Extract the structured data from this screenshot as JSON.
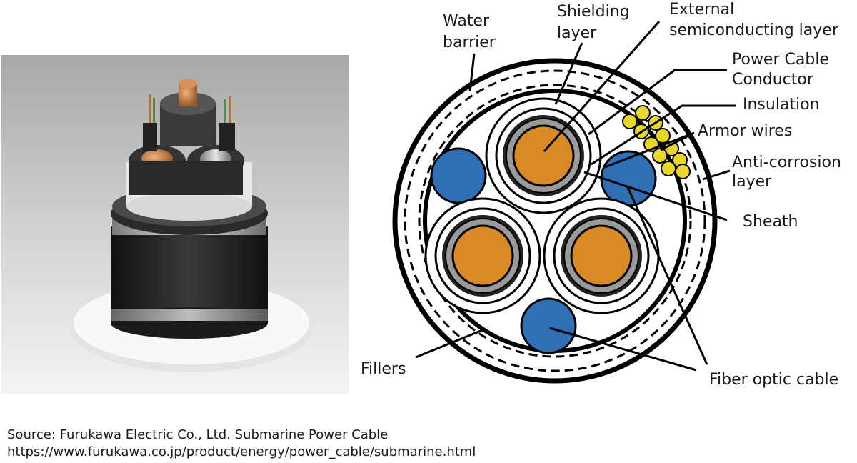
{
  "photo": {
    "description_icon": "submarine-cable-photo"
  },
  "labels": {
    "water_barrier_1": "Water",
    "water_barrier_2": "barrier",
    "shielding_1": "Shielding",
    "shielding_2": "layer",
    "external_semi_1": "External",
    "external_semi_2": "semiconducting layer",
    "conductor_1": "Power Cable",
    "conductor_2": "Conductor",
    "insulation": "Insulation",
    "armor": "Armor wires",
    "anticorrosion_1": "Anti-corrosion",
    "anticorrosion_2": "layer",
    "sheath": "Sheath",
    "fillers": "Fillers",
    "fiber": "Fiber optic cable"
  },
  "source": {
    "line1": "Source: Furukawa Electric Co., Ltd. Submarine Power Cable",
    "line2": "https://www.furukawa.co.jp/product/energy/power_cable/submarine.html"
  },
  "colors": {
    "conductor": "#d98a26",
    "fiber": "#2e6fb5",
    "armor": "#e8d62a",
    "insulation_gray": "#9a9a9a",
    "outline": "#000000"
  }
}
